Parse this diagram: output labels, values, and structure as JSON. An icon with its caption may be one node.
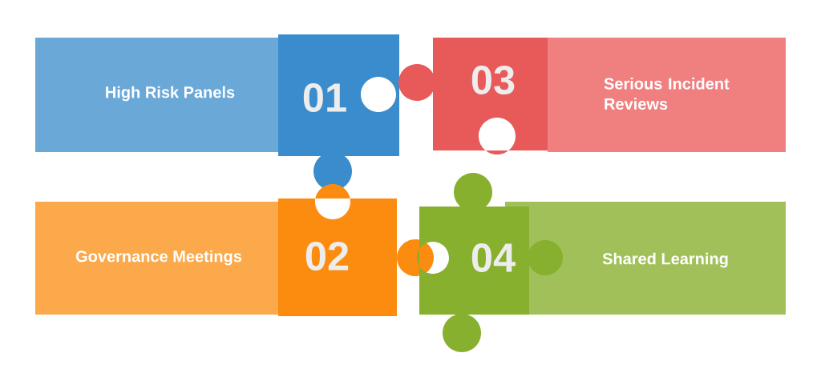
{
  "diagram": {
    "nodes": [
      {
        "text": [
          "High Risk Panels"
        ]
      },
      {
        "text": [
          "01"
        ]
      },
      {
        "text": [
          "03"
        ]
      },
      {
        "text": [
          "Serious Incident Reviews"
        ]
      },
      {
        "text": [
          "Governance Meetings"
        ]
      },
      {
        "text": [
          "02"
        ]
      },
      {
        "text": [
          "04"
        ]
      },
      {
        "text": [
          "Shared Learning"
        ]
      }
    ]
  }
}
